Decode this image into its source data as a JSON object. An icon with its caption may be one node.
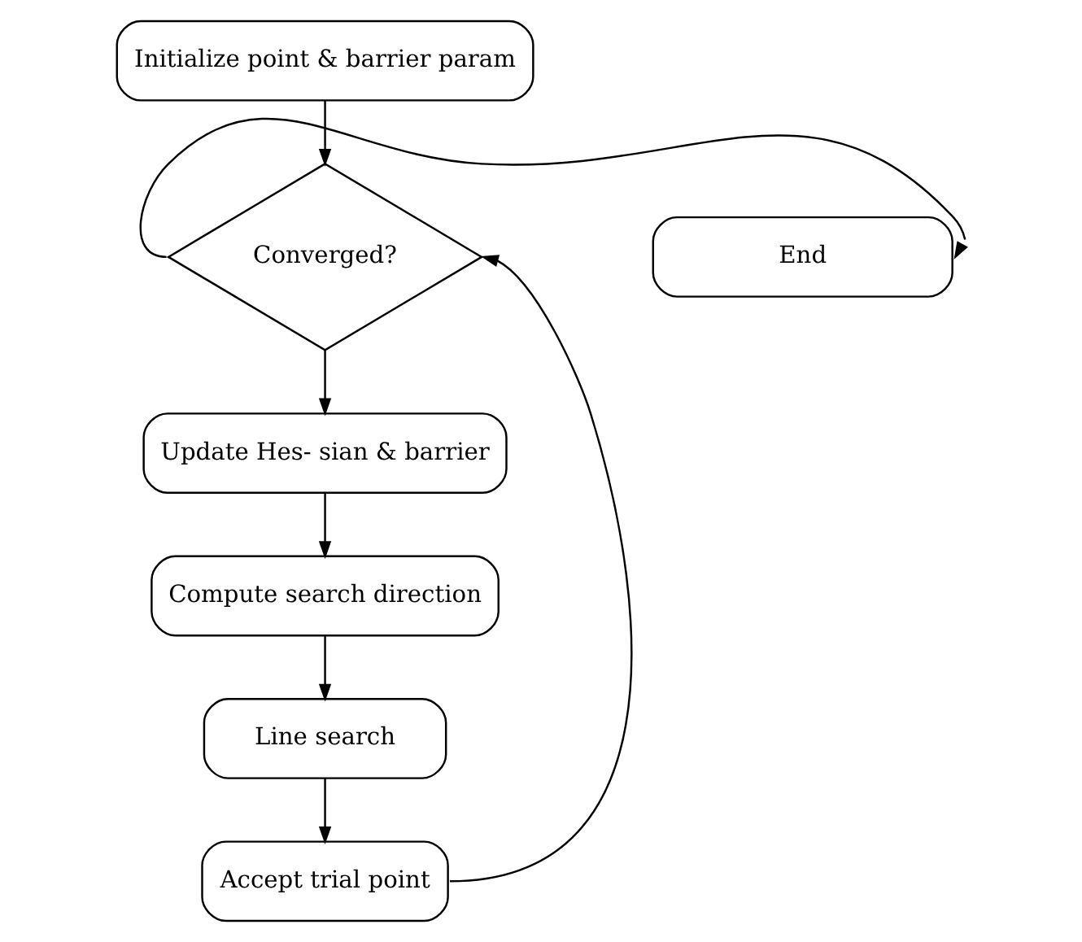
{
  "diagram": {
    "nodes": [
      {
        "text": [
          "Initialize point & barrier param"
        ]
      },
      {
        "text": [
          "Converged?"
        ]
      },
      {
        "text": [
          "End"
        ]
      },
      {
        "text": [
          "Update Hes- sian & barrier"
        ]
      },
      {
        "text": [
          "Compute search direction"
        ]
      },
      {
        "text": [
          "Line search"
        ]
      },
      {
        "text": [
          "Accept trial point"
        ]
      }
    ],
    "edges": [
      {
        "from": 0,
        "to": 1,
        "arrow": "to"
      },
      {
        "from": 1,
        "to": 2,
        "arrow": "to"
      },
      {
        "from": 1,
        "to": 3,
        "arrow": "to"
      },
      {
        "from": 3,
        "to": 4,
        "arrow": "to"
      },
      {
        "from": 4,
        "to": 5,
        "arrow": "to"
      },
      {
        "from": 5,
        "to": 6,
        "arrow": "to"
      },
      {
        "from": 6,
        "to": 1,
        "arrow": "to"
      }
    ]
  }
}
